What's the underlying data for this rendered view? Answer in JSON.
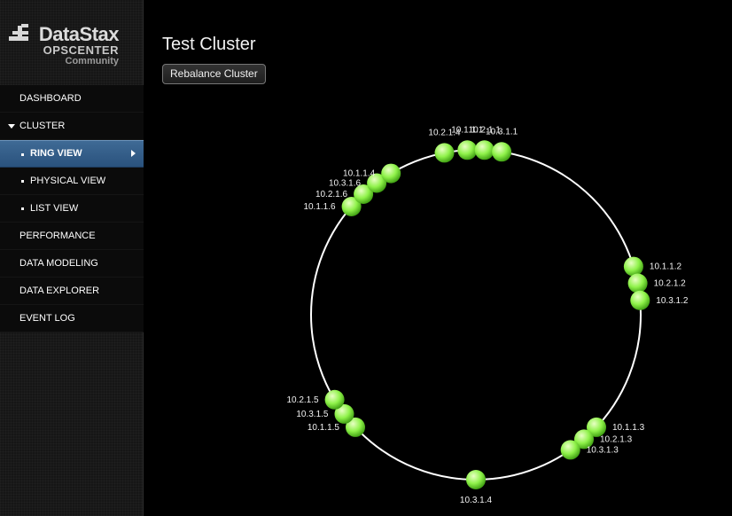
{
  "sidebar": {
    "logo": {
      "brand": "DataStax",
      "product": "OPSCENTER",
      "edition": "Community"
    },
    "items": [
      {
        "label": "DASHBOARD",
        "level": "top"
      },
      {
        "label": "CLUSTER",
        "level": "top",
        "expanded": true
      },
      {
        "label": "RING VIEW",
        "level": "sub",
        "active": true
      },
      {
        "label": "PHYSICAL VIEW",
        "level": "sub"
      },
      {
        "label": "LIST VIEW",
        "level": "sub"
      },
      {
        "label": "PERFORMANCE",
        "level": "top"
      },
      {
        "label": "DATA MODELING",
        "level": "top"
      },
      {
        "label": "DATA EXPLORER",
        "level": "top"
      },
      {
        "label": "EVENT LOG",
        "level": "top"
      }
    ]
  },
  "main": {
    "title": "Test Cluster",
    "rebalance_label": "Rebalance Cluster"
  },
  "ring": {
    "colors": {
      "circle": "#ffffff",
      "node": "#8ff24a",
      "highlight": "#e8ffc4",
      "edge": "#3e9e12",
      "label": "#f2f2f2",
      "accent": "#3f6a95"
    },
    "nodes": [
      {
        "label": "10.1.1.1",
        "angle": -3
      },
      {
        "label": "10.2.1.1",
        "angle": 3
      },
      {
        "label": "10.3.1.1",
        "angle": 9
      },
      {
        "label": "10.1.1.2",
        "angle": 73
      },
      {
        "label": "10.2.1.2",
        "angle": 79
      },
      {
        "label": "10.3.1.2",
        "angle": 85
      },
      {
        "label": "10.1.1.3",
        "angle": 133
      },
      {
        "label": "10.2.1.3",
        "angle": 139
      },
      {
        "label": "10.3.1.3",
        "angle": 145
      },
      {
        "label": "10.3.1.4",
        "angle": 180
      },
      {
        "label": "10.1.1.5",
        "angle": 227
      },
      {
        "label": "10.3.1.5",
        "angle": 233
      },
      {
        "label": "10.2.1.5",
        "angle": 239
      },
      {
        "label": "10.1.1.6",
        "angle": 311
      },
      {
        "label": "10.2.1.6",
        "angle": 317
      },
      {
        "label": "10.3.1.6",
        "angle": 323
      },
      {
        "label": "10.1.1.4",
        "angle": 329
      },
      {
        "label": "10.2.1.4",
        "angle": 349
      }
    ]
  }
}
